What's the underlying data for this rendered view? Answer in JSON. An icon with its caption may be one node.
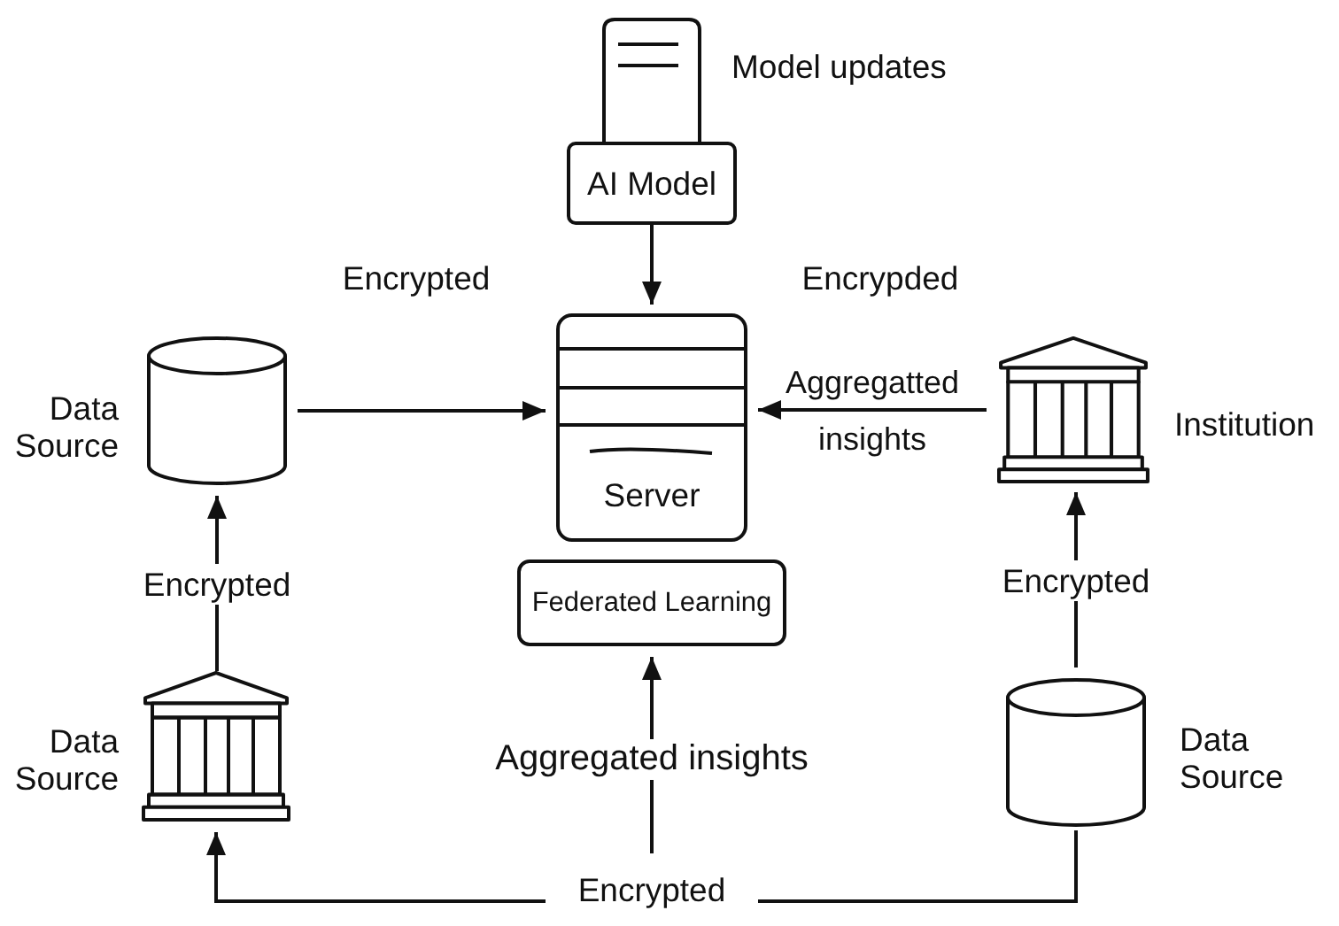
{
  "diagram": {
    "nodes": [
      {
        "text": [],
        "shape": "box",
        "beside": [
          "Model updates"
        ]
      },
      {
        "text": [
          "AI Model"
        ]
      },
      {
        "text": [
          "Server"
        ]
      },
      {
        "text": [
          "Data Source"
        ]
      },
      {
        "text": [
          "Institution"
        ]
      },
      {
        "text": [
          "Federated Learning"
        ]
      },
      {
        "text": [
          "Data Source"
        ]
      },
      {
        "text": [
          "Data Source"
        ]
      },
      {
        "text": [
          "Encrypted"
        ]
      }
    ],
    "edges": [
      {
        "from": 1,
        "to": 2,
        "arrow": "to"
      },
      {
        "from": 3,
        "to": 2,
        "arrow": "to"
      },
      {
        "from": 4,
        "to": 2,
        "arrow": "to",
        "label": "Aggregatted insights"
      },
      {
        "from": 6,
        "to": 3,
        "arrow": "to",
        "label": "Encrypted"
      },
      {
        "from": 7,
        "to": 4,
        "arrow": "to",
        "label": "Encrypted"
      },
      {
        "from": 7,
        "to": 8,
        "arrow": "none"
      },
      {
        "from": 8,
        "to": 6,
        "arrow": "to"
      },
      {
        "from": 8,
        "to": 5,
        "arrow": "to",
        "label": "Aggregated insights"
      }
    ],
    "labels": [
      "Encrypted",
      "Encrypded"
    ]
  }
}
